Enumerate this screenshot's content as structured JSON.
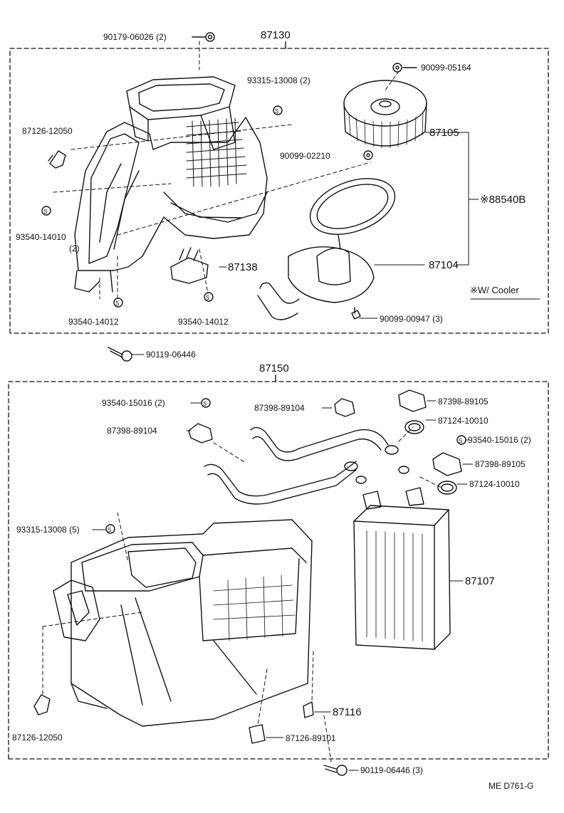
{
  "diagram": {
    "code": "ME  D761-G",
    "upper_assembly": {
      "number": "87130",
      "parts": [
        {
          "id": "p1",
          "label": "90179-06026 (2)"
        },
        {
          "id": "p2",
          "label": "93315-13008 (2)"
        },
        {
          "id": "p3",
          "label": "90099-05164"
        },
        {
          "id": "p4",
          "label": "87126-12050"
        },
        {
          "id": "p5",
          "label": "87105"
        },
        {
          "id": "p6",
          "label": "90099-02210"
        },
        {
          "id": "p7",
          "label": "※88540B"
        },
        {
          "id": "p8",
          "label": "93540-14010"
        },
        {
          "id": "p8b",
          "label": "(2)"
        },
        {
          "id": "p9",
          "label": "87138"
        },
        {
          "id": "p10",
          "label": "87104"
        },
        {
          "id": "p11",
          "label": "※W/ Cooler"
        },
        {
          "id": "p12",
          "label": "93540-14012"
        },
        {
          "id": "p13",
          "label": "93540-14012"
        },
        {
          "id": "p14",
          "label": "90099-00947 (3)"
        }
      ]
    },
    "between": [
      {
        "id": "b1",
        "label": "90119-06446"
      }
    ],
    "lower_assembly": {
      "number": "87150",
      "parts": [
        {
          "id": "q1",
          "label": "93540-15016 (2)"
        },
        {
          "id": "q2",
          "label": "87398-89104"
        },
        {
          "id": "q3",
          "label": "87398-89105"
        },
        {
          "id": "q4",
          "label": "87124-10010"
        },
        {
          "id": "q5",
          "label": "87398-89104"
        },
        {
          "id": "q6",
          "label": "93540-15016 (2)"
        },
        {
          "id": "q7",
          "label": "87398-89105"
        },
        {
          "id": "q8",
          "label": "87124-10010"
        },
        {
          "id": "q9",
          "label": "93315-13008 (5)"
        },
        {
          "id": "q10",
          "label": "87107"
        },
        {
          "id": "q11",
          "label": "87116"
        },
        {
          "id": "q12",
          "label": "87126-12050"
        },
        {
          "id": "q13",
          "label": "87126-89101"
        },
        {
          "id": "q14",
          "label": "90119-06446 (3)"
        }
      ]
    }
  }
}
